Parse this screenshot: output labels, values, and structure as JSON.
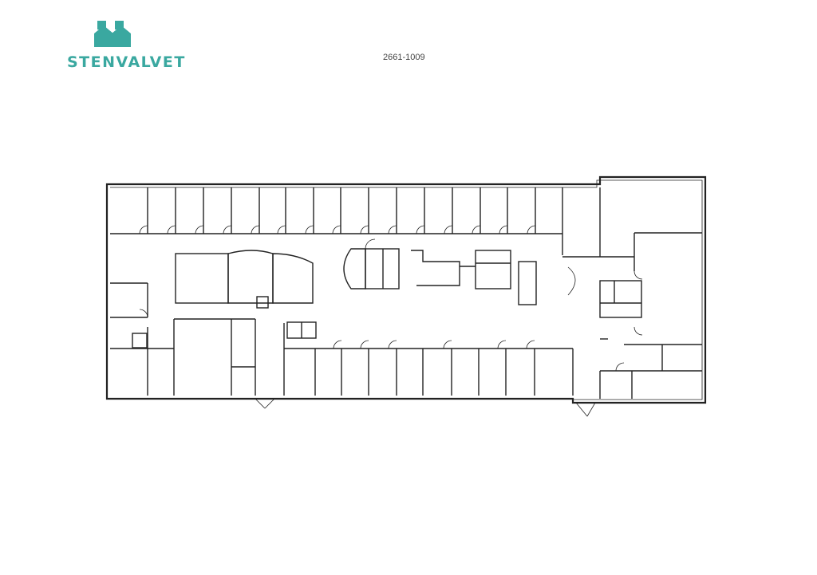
{
  "brand": {
    "name": "STENVALVET",
    "color": "#3aa8a0",
    "logo_icon": "house-blocks-logo-icon"
  },
  "document": {
    "number": "2661-1009"
  },
  "floor_plan": {
    "type": "office-floor-plan"
  }
}
